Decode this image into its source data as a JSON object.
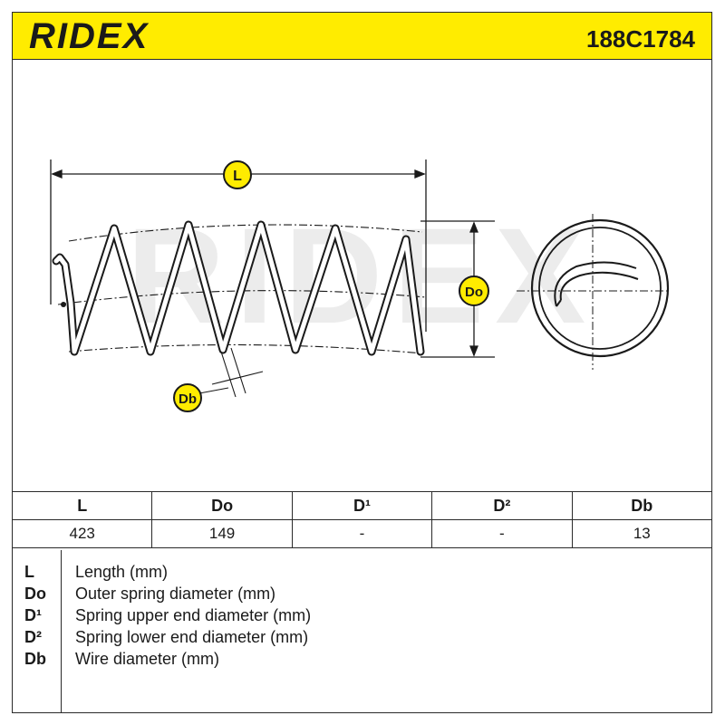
{
  "header": {
    "brand": "RIDEX",
    "part_number": "188C1784"
  },
  "drawing": {
    "labels": {
      "length": "L",
      "outer_diameter": "Do",
      "wire_diameter": "Db"
    },
    "watermark": "RIDEX",
    "colors": {
      "badge_fill": "#ffec00",
      "line": "#1a1a1a"
    }
  },
  "spec_table": {
    "headers": [
      "L",
      "Do",
      "D¹",
      "D²",
      "Db"
    ],
    "values": [
      "423",
      "149",
      "-",
      "-",
      "13"
    ]
  },
  "legend": [
    {
      "key": "L",
      "desc": "Length (mm)"
    },
    {
      "key": "Do",
      "desc": "Outer spring diameter (mm)"
    },
    {
      "key": "D¹",
      "desc": "Spring upper end diameter (mm)"
    },
    {
      "key": "D²",
      "desc": "Spring lower end diameter (mm)"
    },
    {
      "key": "Db",
      "desc": "Wire diameter (mm)"
    }
  ]
}
